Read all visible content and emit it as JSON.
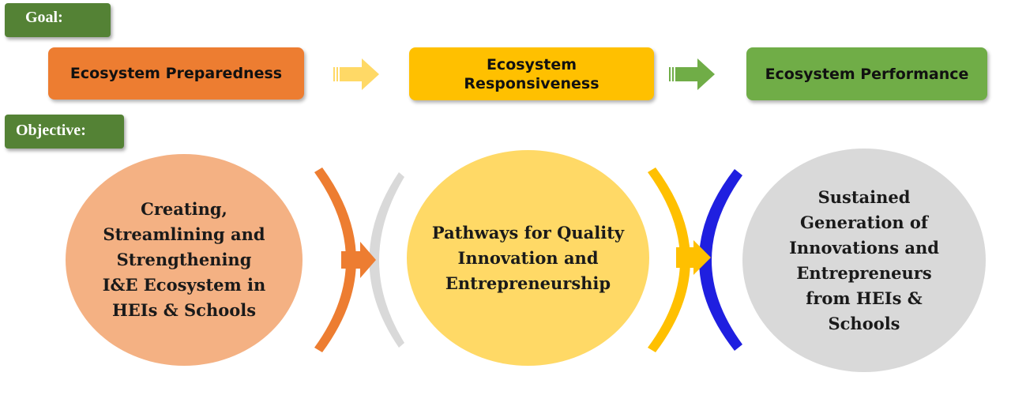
{
  "goal": {
    "tag_label": "Goal:",
    "items": [
      {
        "label": "Ecosystem Preparedness",
        "color": "#ED7D31"
      },
      {
        "label": "Ecosystem Responsiveness",
        "color": "#FFC000"
      },
      {
        "label": "Ecosystem Performance",
        "color": "#70AD47"
      }
    ]
  },
  "objective": {
    "tag_label": "Objective:",
    "items": [
      {
        "text": "Creating, Streamlining and Strengthening I&E Ecosystem in HEIs & Schools",
        "color": "#F4B183"
      },
      {
        "text": "Pathways for Quality Innovation and Entrepreneurship",
        "color": "#FFD966"
      },
      {
        "text": "Sustained Generation of Innovations and Entrepreneurs from HEIs & Schools",
        "color": "#D9D9D9"
      }
    ]
  },
  "colors": {
    "tag_bg": "#548235",
    "arrow_light_yellow": "#FFD966",
    "arrow_green": "#70AD47",
    "arc_orange": "#ED7D31",
    "arc_gray": "#D9D9D9",
    "arc_yellow": "#FFC000",
    "arc_blue": "#1F1FE0"
  }
}
